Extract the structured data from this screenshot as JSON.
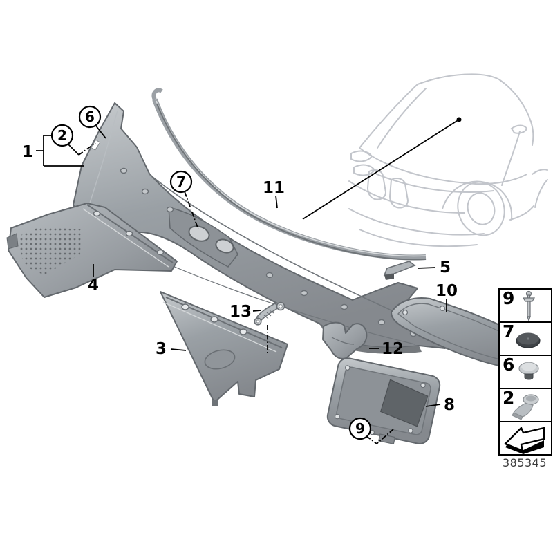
{
  "diagram": {
    "type": "parts-exploded-diagram",
    "catalog_number": "385345",
    "colors": {
      "background": "#ffffff",
      "part_fill": "#9aa0a5",
      "part_light": "#c6cacd",
      "part_dark": "#6e7377",
      "plug_dark": "#4e5256",
      "car_outline": "#c2c5cb",
      "ink": "#000000"
    }
  },
  "callouts": {
    "c1": {
      "label": "1"
    },
    "c2": {
      "label": "2"
    },
    "c3": {
      "label": "3"
    },
    "c4": {
      "label": "4"
    },
    "c5": {
      "label": "5"
    },
    "c6": {
      "label": "6"
    },
    "c7": {
      "label": "7"
    },
    "c8": {
      "label": "8"
    },
    "c9": {
      "label": "9"
    },
    "c10": {
      "label": "10"
    },
    "c11": {
      "label": "11"
    },
    "c12": {
      "label": "12"
    },
    "c13": {
      "label": "13"
    }
  },
  "legend": {
    "items": [
      {
        "label": "9",
        "icon": "expanding-rivet-icon"
      },
      {
        "label": "7",
        "icon": "blind-plug-icon"
      },
      {
        "label": "6",
        "icon": "expanding-clip-icon"
      },
      {
        "label": "2",
        "icon": "hook-screw-icon"
      },
      {
        "label": "",
        "icon": "installation-direction-arrow-icon"
      }
    ]
  }
}
